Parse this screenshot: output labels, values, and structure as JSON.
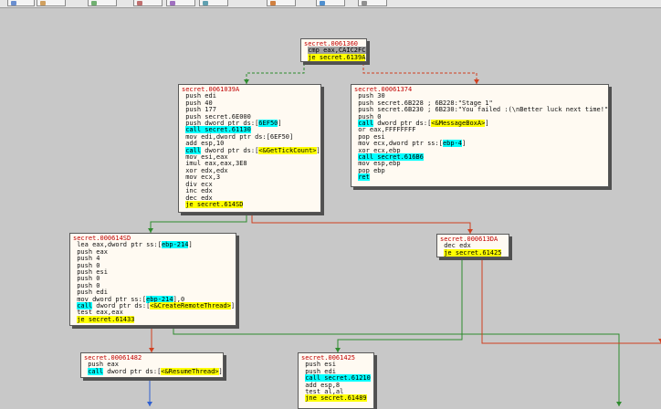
{
  "toolbar": {
    "items": [
      {
        "label": "",
        "icon": "window-icon",
        "color": "#6a8fd0"
      },
      {
        "label": "",
        "icon": "list-icon",
        "color": "#d0a060"
      },
      {
        "label": "",
        "icon": "graph-icon",
        "color": "#70b070"
      },
      {
        "label": "",
        "icon": "memory-icon",
        "color": "#c07070"
      },
      {
        "label": "",
        "icon": "log-icon",
        "color": "#a070c0"
      },
      {
        "label": "",
        "icon": "note-icon",
        "color": "#60a0b0"
      },
      {
        "label": "",
        "icon": "script-icon",
        "color": "#d08040"
      },
      {
        "label": "",
        "icon": "source-icon",
        "color": "#5090d0"
      },
      {
        "label": "",
        "icon": "trace-icon",
        "color": "#909090"
      }
    ]
  },
  "colors": {
    "true_edge": "#2e8b2e",
    "false_edge": "#d04020",
    "jump_edge": "#3060d0",
    "title": "#c00000",
    "node_bg": "#fffaf2"
  },
  "nodes": [
    {
      "id": "n136d",
      "title": "secret.0061360",
      "lines": [
        {
          "t": "cmp eax,CAIC2FCF",
          "hl": "cur"
        },
        {
          "t": "je secret.6139A",
          "hl": "y"
        }
      ]
    },
    {
      "id": "n139a",
      "title": "secret.0061039A",
      "lines": [
        {
          "t": "push edi"
        },
        {
          "t": "push 40"
        },
        {
          "t": "push 177"
        },
        {
          "t": "push secret.6E000"
        },
        {
          "t": "push dword ptr ds:[6EF50]",
          "part": "6EF50"
        },
        {
          "t": "call secret.61130",
          "hl": "c"
        },
        {
          "t": "mov edi,dword ptr ds:[6EF50]"
        },
        {
          "t": "add esp,10"
        },
        {
          "t": "call dword ptr ds:[<&GetTickCount>]",
          "hl": "c",
          "part": "<&GetTickCount>"
        },
        {
          "t": "mov esi,eax"
        },
        {
          "t": "imul eax,eax,3E8"
        },
        {
          "t": "xor edx,edx"
        },
        {
          "t": "mov ecx,3"
        },
        {
          "t": "div ecx"
        },
        {
          "t": "inc edx"
        },
        {
          "t": "dec edx"
        },
        {
          "t": "je secret.614SD",
          "hl": "y"
        }
      ]
    },
    {
      "id": "n1374",
      "title": "secret.00061374",
      "lines": [
        {
          "t": "push 30"
        },
        {
          "t": "push secret.6B228 ; 6B228:\"Stage 1\""
        },
        {
          "t": "push secret.6B230 ; 6B230:\"You failed :(\\nBetter luck next time!\""
        },
        {
          "t": "push 0"
        },
        {
          "t": "call dword ptr ds:[<&MessageBoxA>]",
          "hl": "c",
          "part": "<&MessageBoxA>"
        },
        {
          "t": "or eax,FFFFFFFF"
        },
        {
          "t": "pop esi"
        },
        {
          "t": "mov ecx,dword ptr ss:[ebp-4]",
          "part": "ebp-4"
        },
        {
          "t": "xor ecx,ebp"
        },
        {
          "t": "call secret.616B6",
          "hl": "c"
        },
        {
          "t": "mov esp,ebp"
        },
        {
          "t": "pop ebp"
        },
        {
          "t": "ret",
          "hl": "c"
        }
      ]
    },
    {
      "id": "n14sd",
      "title": "secret.000614SD",
      "lines": [
        {
          "t": "lea eax,dword ptr ss:[ebp-214]",
          "part": "ebp-214"
        },
        {
          "t": "push eax"
        },
        {
          "t": "push 4"
        },
        {
          "t": "push 0"
        },
        {
          "t": "push esi"
        },
        {
          "t": "push 0"
        },
        {
          "t": "push 0"
        },
        {
          "t": "push edi"
        },
        {
          "t": "mov dword ptr ss:[ebp-214],0",
          "part": "ebp-214"
        },
        {
          "t": "call dword ptr ds:[<&CreateRemoteThread>]",
          "hl": "c",
          "part": "<&CreateRemoteThread>"
        },
        {
          "t": "test eax,eax"
        },
        {
          "t": "je secret.61433",
          "hl": "y"
        }
      ]
    },
    {
      "id": "n13da",
      "title": "secret.000613DA",
      "lines": [
        {
          "t": "dec edx"
        },
        {
          "t": "je secret.61425",
          "hl": "y"
        }
      ]
    },
    {
      "id": "n1482",
      "title": "secret.00061482",
      "lines": [
        {
          "t": "push eax"
        },
        {
          "t": "call dword ptr ds:[<&ResumeThread>]",
          "hl": "c",
          "part": "<&ResumeThread>"
        }
      ]
    },
    {
      "id": "n1425",
      "title": "secret.0061425",
      "lines": [
        {
          "t": "push esi"
        },
        {
          "t": "push edi"
        },
        {
          "t": "call secret.61210",
          "hl": "c"
        },
        {
          "t": "add esp,8"
        },
        {
          "t": "test al,al"
        },
        {
          "t": "jne secret.61489",
          "hl": "y"
        }
      ]
    }
  ]
}
